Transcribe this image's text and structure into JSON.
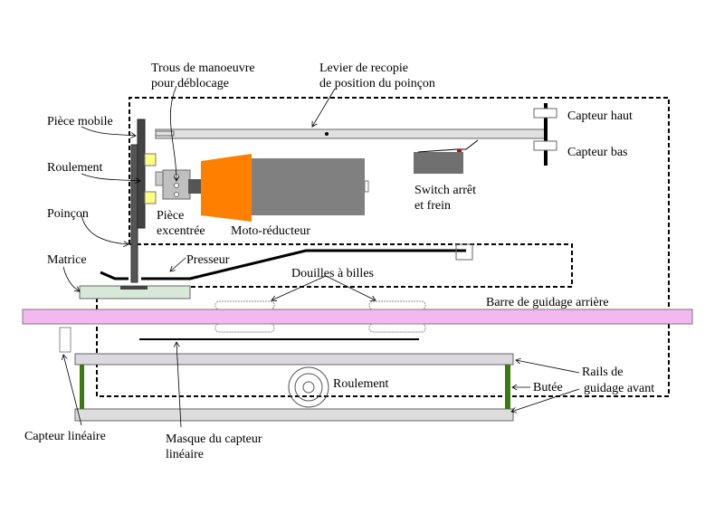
{
  "labels": {
    "trous": [
      "Trous de manoeuvre",
      "pour déblocage"
    ],
    "levier": [
      "Levier de recopie",
      "de position du poinçon"
    ],
    "piece_mobile": "Pièce mobile",
    "roulement_haut": "Roulement",
    "poincon": "Poinçon",
    "matrice": "Matrice",
    "piece_excentree": [
      "Pièce",
      "excentrée"
    ],
    "moto_reducteur": "Moto-réducteur",
    "presseur": "Presseur",
    "capteur_haut": "Capteur haut",
    "capteur_bas": "Capteur bas",
    "switch": [
      "Switch arrêt",
      "et frein"
    ],
    "douilles": "Douilles à billes",
    "barre_guidage": "Barre de guidage arrière",
    "roulement_bas": "Roulement",
    "rails": [
      "Rails de",
      "guidage avant"
    ],
    "butee": "Butée",
    "capteur_lineaire": "Capteur linéaire",
    "masque": [
      "Masque du capteur",
      "linéaire"
    ]
  },
  "colors": {
    "motor_orange": "#ff8000",
    "motor_grey": "#808080",
    "bearing_yellow": "#ffff80",
    "guide_bar_pink": "#f4b8f0",
    "stop_green": "#3a7a10",
    "switch_red": "#d00000"
  }
}
